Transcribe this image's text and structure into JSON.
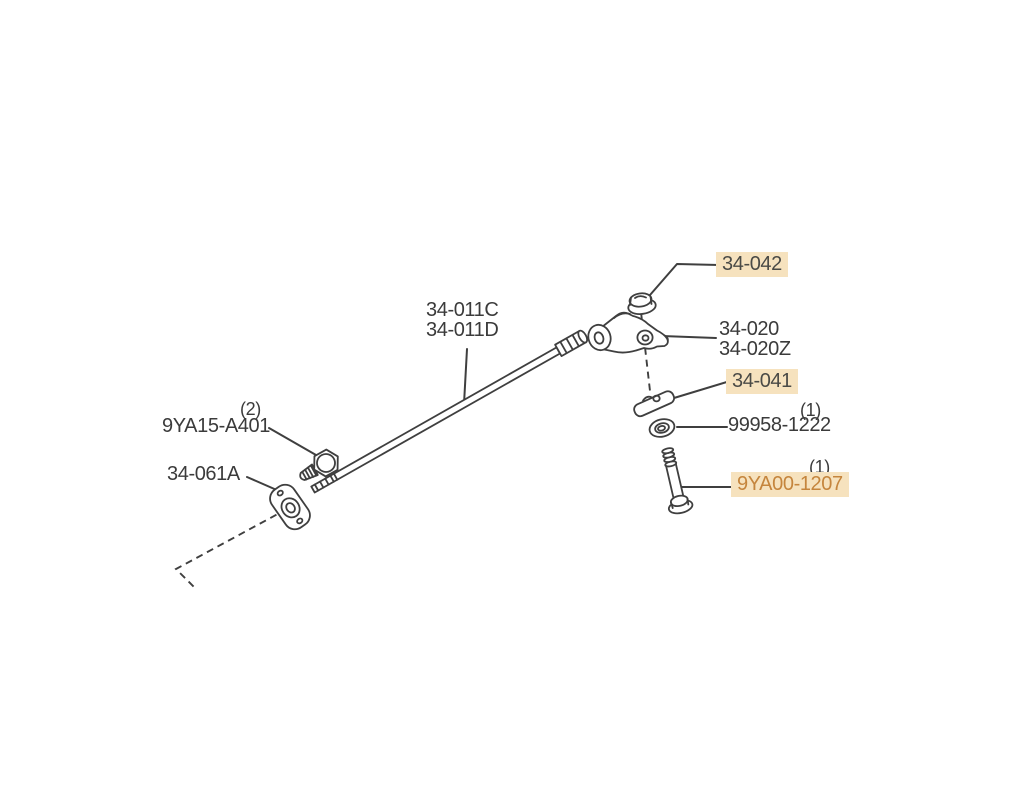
{
  "colors": {
    "background": "#ffffff",
    "line": "#3f3f3f",
    "text": "#3b3b3b",
    "highlight_bg": "#f6e2be",
    "highlight_text": "#4a4a46",
    "highlight_text_accent": "#c5853d"
  },
  "callouts": {
    "rod": {
      "line1": "34-011C",
      "line2": "34-011D"
    },
    "link": {
      "line1": "34-020",
      "line2": "34-020Z"
    },
    "nut": {
      "label": "34-042"
    },
    "plate": {
      "label": "34-041"
    },
    "washer": {
      "qty": "(1)",
      "label": "99958-1222"
    },
    "stud_bolt": {
      "qty": "(1)",
      "label": "9YA00-1207"
    },
    "mount_bolt": {
      "qty": "(2)",
      "label": "9YA15-A401"
    },
    "bracket": {
      "label": "34-061A"
    }
  }
}
